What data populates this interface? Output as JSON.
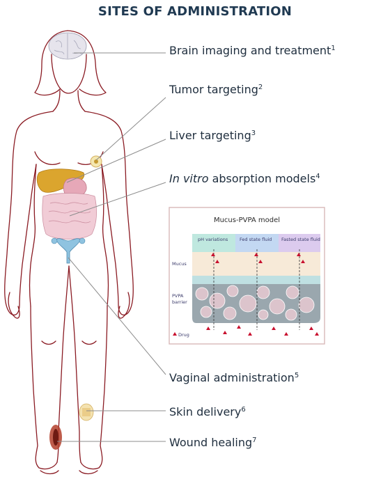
{
  "title": "SITES OF ADMINISTRATION",
  "labels": [
    {
      "id": "brain",
      "text": "Brain imaging and treatment",
      "ref": "1"
    },
    {
      "id": "tumor",
      "text": "Tumor targeting",
      "ref": "2"
    },
    {
      "id": "liver",
      "text": "Liver targeting",
      "ref": "3"
    },
    {
      "id": "invitro",
      "italic": "In vitro",
      "text": " absorption models",
      "ref": "4"
    },
    {
      "id": "vaginal",
      "text": "Vaginal administration",
      "ref": "5"
    },
    {
      "id": "skin",
      "text": "Skin delivery",
      "ref": "6"
    },
    {
      "id": "wound",
      "text": "Wound healing",
      "ref": "7"
    }
  ],
  "model": {
    "title": "Mucus-PVPA model",
    "conditions": [
      "pH variations",
      "Fed state fluid",
      "Fasted state fluid"
    ],
    "layers": {
      "mucus": "Mucus",
      "barrier_line1": "PVPA",
      "barrier_line2": "barrier"
    },
    "legend": "Drug"
  },
  "colors": {
    "title": "#203a52",
    "body_outline": "#8a1a22",
    "leader_line": "#8c8c8c",
    "model_border": "#d8b8b8",
    "ph_band": "#bfe8df",
    "fed_band": "#c3d8f2",
    "fasted_band": "#dccbee",
    "drug": "#c8102e"
  }
}
